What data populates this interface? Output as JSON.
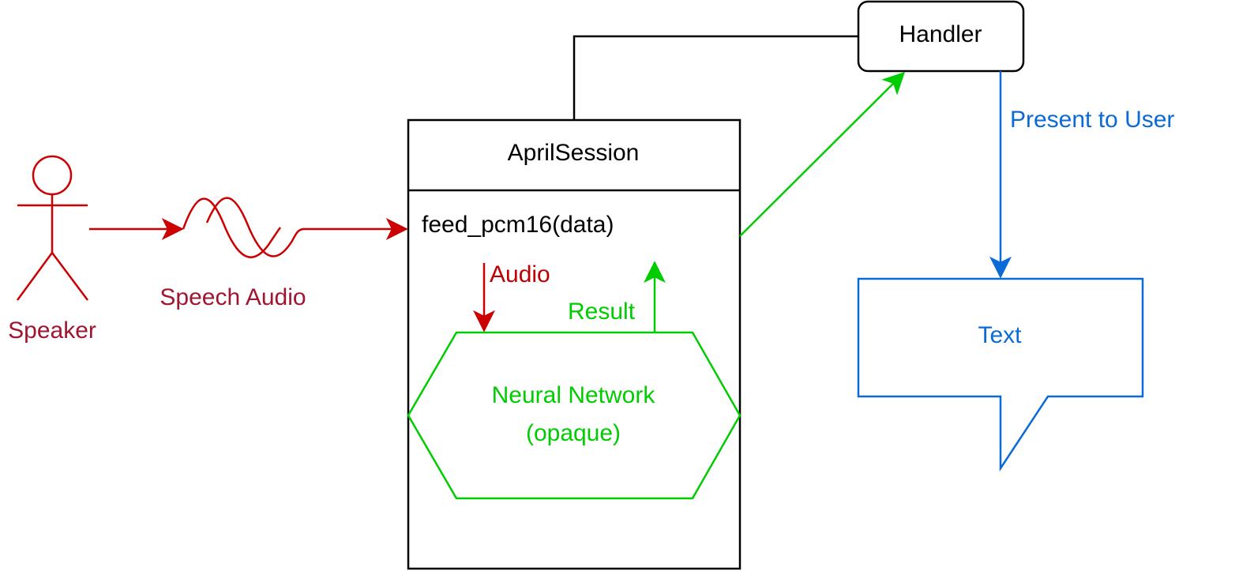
{
  "labels": {
    "speaker": "Speaker",
    "speech_audio": "Speech Audio",
    "session_title": "AprilSession",
    "method": "feed_pcm16(data)",
    "audio": "Audio",
    "result": "Result",
    "network_line1": "Neural Network",
    "network_line2": "(opaque)",
    "handler": "Handler",
    "present": "Present to User",
    "text": "Text"
  },
  "colors": {
    "speaker_flow": "#cc0000",
    "speaker_text": "#a01530",
    "network": "#00cc00",
    "output": "#0a6ad6",
    "structure": "#000000"
  },
  "icons": {
    "speaker": "stick-figure-actor-icon",
    "audio": "sound-wave-icon"
  }
}
